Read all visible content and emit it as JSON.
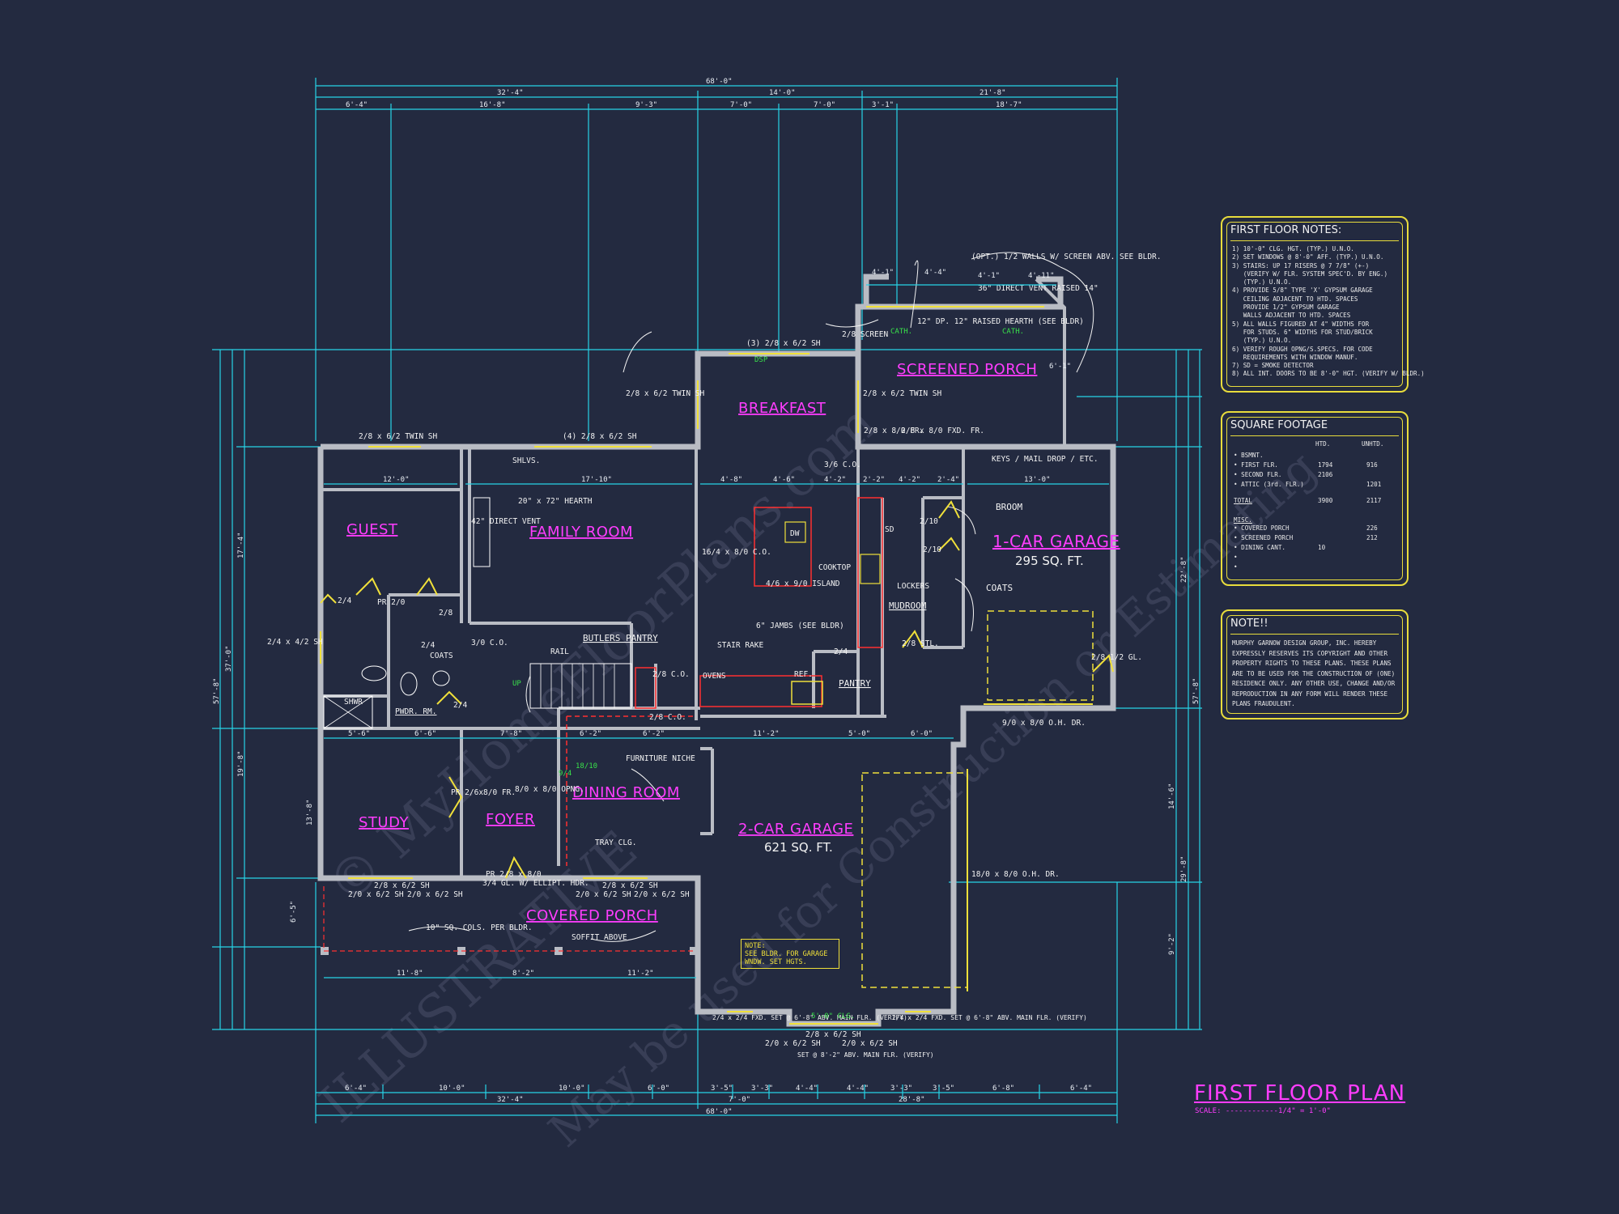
{
  "drawing": {
    "title": "FIRST FLOOR PLAN",
    "scale": "SCALE: ------------1/4\" = 1'-0\"",
    "watermarks": [
      "© MyHomeFloorPlans.com",
      "ILLUSTRATIVE",
      "May be used for Construction or Estimating"
    ]
  },
  "rooms": {
    "guest": "GUEST",
    "family_room": "FAMILY ROOM",
    "breakfast": "BREAKFAST",
    "screened_porch": "SCREENED PORCH",
    "one_car_garage": "1-CAR GARAGE",
    "one_car_garage_area": "295 SQ. FT.",
    "mudroom": "MUDROOM",
    "study": "STUDY",
    "foyer": "FOYER",
    "dining_room": "DINING ROOM",
    "two_car_garage": "2-CAR GARAGE",
    "two_car_garage_area": "621 SQ. FT.",
    "covered_porch": "COVERED PORCH",
    "butlers_pantry": "BUTLERS PANTRY",
    "pantry": "PANTRY",
    "pwdr_rm": "PWDR. RM."
  },
  "labels": {
    "twin_sh_top": "2/8 x 6/2 TWIN SH",
    "breakfast_window": "(3) 2/8 x 6/2 SH",
    "family_window": "(4) 2/8 x 6/2 SH",
    "guest_window": "2/8 x 6/2 TWIN SH",
    "screened_twin": "2/8 x 6/2 TWIN SH",
    "screen_door": "2/8 SCREEN",
    "hearth_raised": "12\" DP. 12\" RAISED HEARTH (SEE BLDR)",
    "direct_vent_raised": "36\" DIRECT VENT RAISED 14\"",
    "opt_walls": "(OPT.) 1/2 WALLS W/ SCREEN ABV. SEE BLDR.",
    "cath1": "CATH.",
    "cath2": "CATH.",
    "fr_door": "2/8 x 8/0 FR.",
    "fxd_fr": "2/8 x 8/0 FXD. FR.",
    "keys": "KEYS / MAIL DROP / ETC.",
    "broom": "BROOM",
    "coats_mud": "COATS",
    "lockers": "LOCKERS",
    "sd": "SD",
    "co_316": "3/6 C.O.",
    "shlvs": "SHLVS.",
    "hearth": "20\" x 72\" HEARTH",
    "direct_vent": "42\" DIRECT VENT",
    "co_164": "16/4 x 8/0 C.O.",
    "dw": "DW",
    "island": "4/6 x 9/0 ISLAND",
    "cooktop": "COOKTOP",
    "jambs": "6\" JAMBS (SEE BLDR)",
    "stair_rake": "STAIR RAKE",
    "ovens": "OVENS",
    "ref": "REF.",
    "rail": "RAIL",
    "co_310": "3/0 C.O.",
    "co_28a": "2/8 C.O.",
    "co_28b": "2/8 C.O.",
    "coats": "COATS",
    "shwr": "SHWR",
    "pr_20": "PR 2/0",
    "window_244": "2/4 x 4/2 SH",
    "furniture_niche": "FURNITURE NICHE",
    "opng": "8/0 x 8/0 OPNG.",
    "pr_fr": "PR 2/6x8/0 FR.",
    "tray_clg": "TRAY CLG.",
    "pr_front": "PR 2/8 x 8/0",
    "ellipt": "3/4 GL. W/ ELLIPT. HDR.",
    "sh_study_a": "2/8 x 6/2 SH",
    "sh_study_b": "2/0 x 6/2 SH",
    "sh_study_c": "2/0 x 6/2 SH",
    "sh_din_a": "2/8 x 6/2 SH",
    "sh_din_b": "2/0 x 6/2 SH",
    "sh_din_c": "2/0 x 6/2 SH",
    "cols": "10\" SQ. COLS. PER BLDR.",
    "soffit": "SOFFIT ABOVE",
    "ohdr_1": "9/0 x 8/0 O.H. DR.",
    "ohdr_2": "18/0 x 8/0 O.H. DR.",
    "glass_door": "2/8 1/2 GL.",
    "stl": "2/8 STL.",
    "fxd_a": "2/4 x 2/4 FXD. SET @ 6'-8\" ABV. MAIN FLR. (VERIFY)",
    "fxd_b": "2/4 x 2/4 FXD. SET @ 6'-8\" ABV. MAIN FLR. (VERIFY)",
    "clg": "5'-0\" CLG.",
    "rear_sh_a": "2/8 x 6/2 SH",
    "rear_sh_b": "2/0 x 6/2 SH",
    "rear_sh_c": "2/0 x 6/2 SH",
    "set_clg": "SET @ 8'-2\" ABV. MAIN FLR. (VERIFY)",
    "garage_note_1": "NOTE:",
    "garage_note_2": "SEE BLDR. FOR GARAGE",
    "garage_note_3": "WNDW. SET HGTS.",
    "dsp": "DSP",
    "up": "UP",
    "e24a": "2/4",
    "e24b": "2/4",
    "e28": "2/8",
    "e24c": "2/4",
    "e210a": "2/10",
    "e210b": "2/10",
    "e24d": "2/4",
    "s1810": "18/10",
    "s94": "9/4"
  },
  "dims_top": {
    "overall": "68'-0\"",
    "a": "32'-4\"",
    "b": "14'-0\"",
    "c": "21'-8\"",
    "d1": "6'-4\"",
    "d2": "16'-8\"",
    "d3": "9'-3\"",
    "d4": "7'-0\"",
    "d5": "7'-0\"",
    "d6": "3'-1\"",
    "d7": "18'-7\""
  },
  "dims_bottom": {
    "overall": "68'-0\"",
    "a": "32'-4\"",
    "b": "7'-0\"",
    "c": "28'-8\"",
    "d1": "6'-4\"",
    "d2": "10'-0\"",
    "d3": "10'-0\"",
    "d4": "6'-0\"",
    "d5": "3'-5\"",
    "d6": "3'-3\"",
    "d7": "4'-4\"",
    "d8": "4'-4\"",
    "d9": "3'-3\"",
    "d10": "3'-5\"",
    "d11": "6'-8\"",
    "d12": "6'-4\""
  },
  "dims_side": {
    "left_overall": "57'-8\"",
    "left_a": "37'-0\"",
    "left_b": "19'-8\"",
    "left_c": "17'-4\"",
    "left_d": "13'-8\"",
    "left_e": "6'-5\"",
    "right_overall": "57'-8\"",
    "right_a": "29'-8\"",
    "right_b": "22'-8\"",
    "right_c": "14'-6\"",
    "right_d": "9'-2\""
  },
  "dims_inner": {
    "guest_w": "12'-0\"",
    "fam_w": "17'-10\"",
    "bk1": "4'-8\"",
    "bk2": "4'-6\"",
    "bk3": "4'-2\"",
    "bk4": "2'-2\"",
    "bk5": "4'-2\"",
    "bk6": "2'-4\"",
    "garage1_w": "13'-0\"",
    "r1": "5'-6\"",
    "r2": "6'-6\"",
    "r3": "7'-8\"",
    "r4": "6'-2\"",
    "r5": "6'-2\"",
    "r6": "11'-2\"",
    "r7": "5'-0\"",
    "r8": "6'-0\"",
    "p1": "11'-8\"",
    "p2": "8'-2\"",
    "p3": "11'-2\"",
    "sp1": "4'-1\"",
    "sp2": "4'-4\"",
    "sp3": "4'-11\"",
    "sp4": "6'-1\"",
    "sp5": "4'-1\""
  },
  "notes_panel": {
    "title": "FIRST FLOOR NOTES:",
    "items": [
      "1) 10'-0\" CLG. HGT. (TYP.) U.N.O.",
      "2) SET WINDOWS @ 8'-0\" AFF. (TYP.) U.N.O.",
      "3) STAIRS: UP 17 RISERS @ 7 7/8\" (+-)",
      "   (VERIFY W/ FLR. SYSTEM SPEC'D. BY ENG.)",
      "   (TYP.) U.N.O.",
      "4) PROVIDE 5/8\" TYPE 'X' GYPSUM GARAGE",
      "   CEILING ADJACENT TO HTD. SPACES",
      "   PROVIDE 1/2\" GYPSUM GARAGE",
      "   WALLS ADJACENT TO HTD. SPACES",
      "5) ALL WALLS FIGURED AT 4\" WIDTHS FOR",
      "   FOR STUDS. 6\" WIDTHS FOR STUD/BRICK",
      "   (TYP.) U.N.O.",
      "6) VERIFY ROUGH OPNG/S.SPECS. FOR CODE",
      "   REQUIREMENTS WITH WINDOW MANUF.",
      "7) SD = SMOKE DETECTOR",
      "8) ALL INT. DOORS TO BE 8'-0\" HGT. (VERIFY W/ BLDR.)"
    ]
  },
  "square_footage": {
    "title": "SQUARE FOOTAGE",
    "col_htd": "HTD.",
    "col_unhtd": "UNHTD.",
    "rows": [
      {
        "label": "• BSMNT.",
        "htd": "",
        "unhtd": ""
      },
      {
        "label": "• FIRST FLR.",
        "htd": "1794",
        "unhtd": "916"
      },
      {
        "label": "• SECOND FLR.",
        "htd": "2106",
        "unhtd": ""
      },
      {
        "label": "• ATTIC (3rd. FLR.)",
        "htd": "",
        "unhtd": "1201"
      },
      {
        "label": "TOTAL",
        "htd": "3900",
        "unhtd": "2117"
      },
      {
        "label": "MISC.",
        "htd": "",
        "unhtd": ""
      },
      {
        "label": "• COVERED PORCH",
        "htd": "",
        "unhtd": "226"
      },
      {
        "label": "• SCREENED PORCH",
        "htd": "",
        "unhtd": "212"
      },
      {
        "label": "• DINING CANT.",
        "htd": "10",
        "unhtd": ""
      },
      {
        "label": "•",
        "htd": "",
        "unhtd": ""
      },
      {
        "label": "•",
        "htd": "",
        "unhtd": ""
      }
    ]
  },
  "note_panel": {
    "title": "NOTE!!",
    "text": "MURPHY GARNOW DESIGN GROUP, INC. HEREBY EXPRESSLY RESERVES ITS COPYRIGHT AND OTHER PROPERTY RIGHTS TO THESE PLANS. THESE PLANS ARE TO BE USED FOR THE CONSTRUCTION OF (ONE) RESIDENCE ONLY. ANY OTHER USE, CHANGE AND/OR REPRODUCTION IN ANY FORM WILL RENDER THESE PLANS FRAUDULENT."
  }
}
